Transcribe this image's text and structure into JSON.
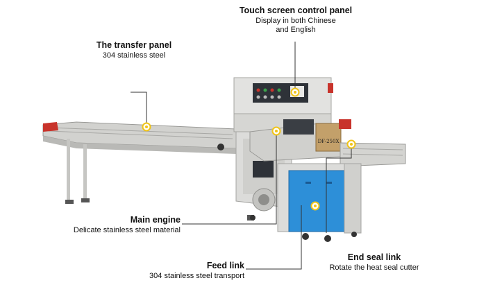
{
  "machine": {
    "model_plate": "DF-250X",
    "colors": {
      "body": "#dcdcda",
      "body_shadow": "#b9b9b6",
      "blue_cabinet": "#2d8fd8",
      "red_accent": "#c8332b",
      "dark_panel": "#2e3238",
      "marker": "#f0c419",
      "leader_line": "#333333"
    }
  },
  "callouts": [
    {
      "id": "touch-screen",
      "title": "Touch screen control panel",
      "lines": [
        "Display in both Chinese",
        "and English"
      ]
    },
    {
      "id": "transfer-panel",
      "title": "The transfer panel",
      "lines": [
        "304 stainless steel"
      ]
    },
    {
      "id": "main-engine",
      "title": "Main engine",
      "lines": [
        "Delicate stainless steel material"
      ]
    },
    {
      "id": "feed-link",
      "title": "Feed link",
      "lines": [
        "304 stainless steel transport"
      ]
    },
    {
      "id": "end-seal",
      "title": "End seal link",
      "lines": [
        "Rotate the heat seal cutter"
      ]
    }
  ]
}
